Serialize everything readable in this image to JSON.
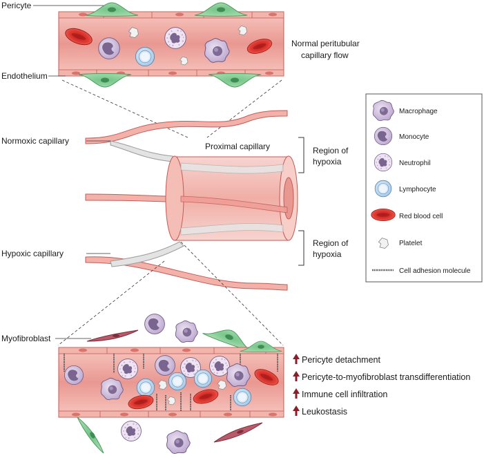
{
  "labels": {
    "pericyte": "Pericyte",
    "endothelium": "Endothelium",
    "normal_flow_line1": "Normal peritubular",
    "normal_flow_line2": "capillary flow",
    "normoxic_capillary": "Normoxic capillary",
    "hypoxic_capillary": "Hypoxic capillary",
    "proximal_capillary": "Proximal capillary",
    "region_top_line1": "Region of",
    "region_top_line2": "hypoxia",
    "region_bottom_line1": "Region of",
    "region_bottom_line2": "hypoxia",
    "myofibroblast": "Myofibroblast"
  },
  "legend": {
    "items": [
      {
        "icon": "macrophage-icon",
        "label": "Macrophage"
      },
      {
        "icon": "monocyte-icon",
        "label": "Monocyte"
      },
      {
        "icon": "neutrophil-icon",
        "label": "Neutrophil"
      },
      {
        "icon": "lymphocyte-icon",
        "label": "Lymphocyte"
      },
      {
        "icon": "red-blood-cell-icon",
        "label": "Red blood cell"
      },
      {
        "icon": "platelet-icon",
        "label": "Platelet"
      },
      {
        "icon": "cell-adhesion-molecule-icon",
        "label": "Cell adhesion molecule"
      }
    ]
  },
  "outcomes": [
    {
      "icon": "up-arrow-icon",
      "label": "Pericyte detachment"
    },
    {
      "icon": "up-arrow-icon",
      "label": "Pericyte-to-myofibroblast transdifferentiation"
    },
    {
      "icon": "up-arrow-icon",
      "label": "Immune cell infiltration"
    },
    {
      "icon": "up-arrow-icon",
      "label": "Leukostasis"
    }
  ],
  "colors": {
    "vessel_fill": "#e8968f",
    "vessel_edge": "#c45a55",
    "pericyte": "#8fcf9a",
    "myofibroblast": "#b85a6a",
    "rbc": "#d9312b",
    "arrow": "#8a1f2a",
    "macrophage": "#cdb8dc",
    "lymphocyte": "#b9d6ef"
  }
}
